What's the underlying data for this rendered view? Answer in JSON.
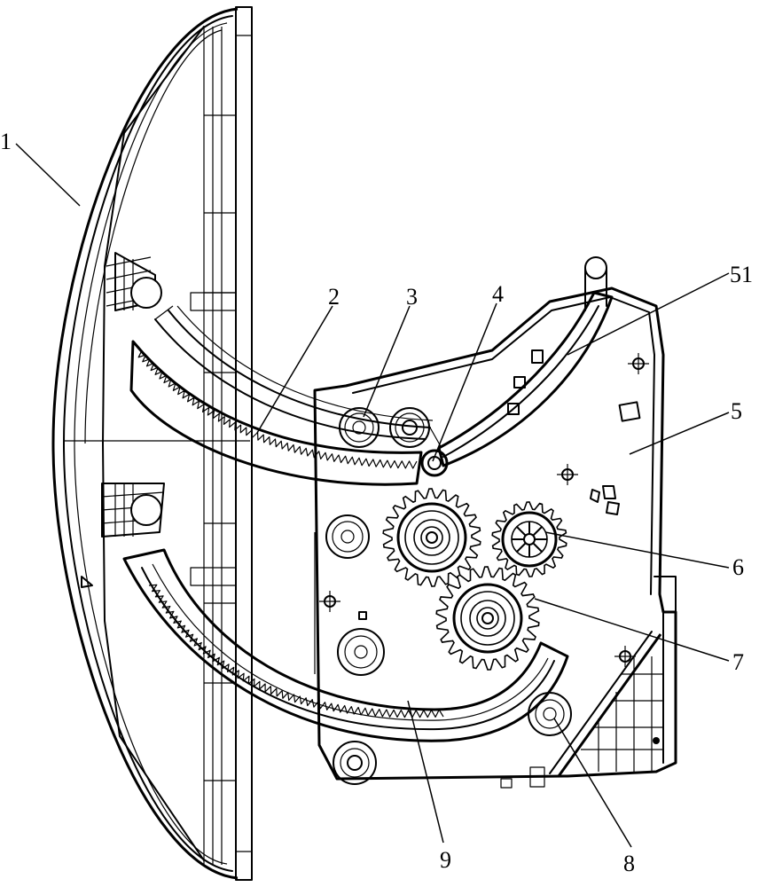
{
  "labels": [
    {
      "id": "part-1",
      "text": "1"
    },
    {
      "id": "part-2",
      "text": "2"
    },
    {
      "id": "part-3",
      "text": "3"
    },
    {
      "id": "part-4",
      "text": "4"
    },
    {
      "id": "part-51",
      "text": "51"
    },
    {
      "id": "part-5",
      "text": "5"
    },
    {
      "id": "part-6",
      "text": "6"
    },
    {
      "id": "part-7",
      "text": "7"
    },
    {
      "id": "part-8",
      "text": "8"
    },
    {
      "id": "part-9",
      "text": "9"
    }
  ]
}
